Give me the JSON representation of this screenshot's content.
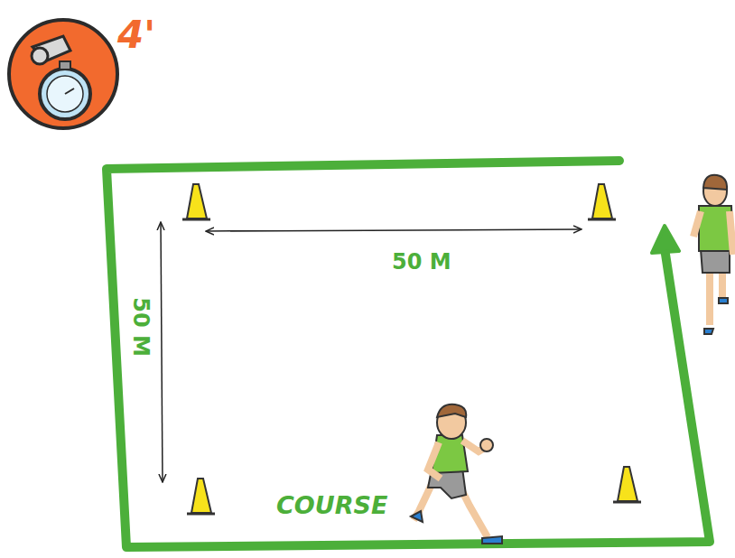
{
  "diagram": {
    "labels": [
      "4'",
      "50 M",
      "50 M",
      "COURSE"
    ]
  }
}
